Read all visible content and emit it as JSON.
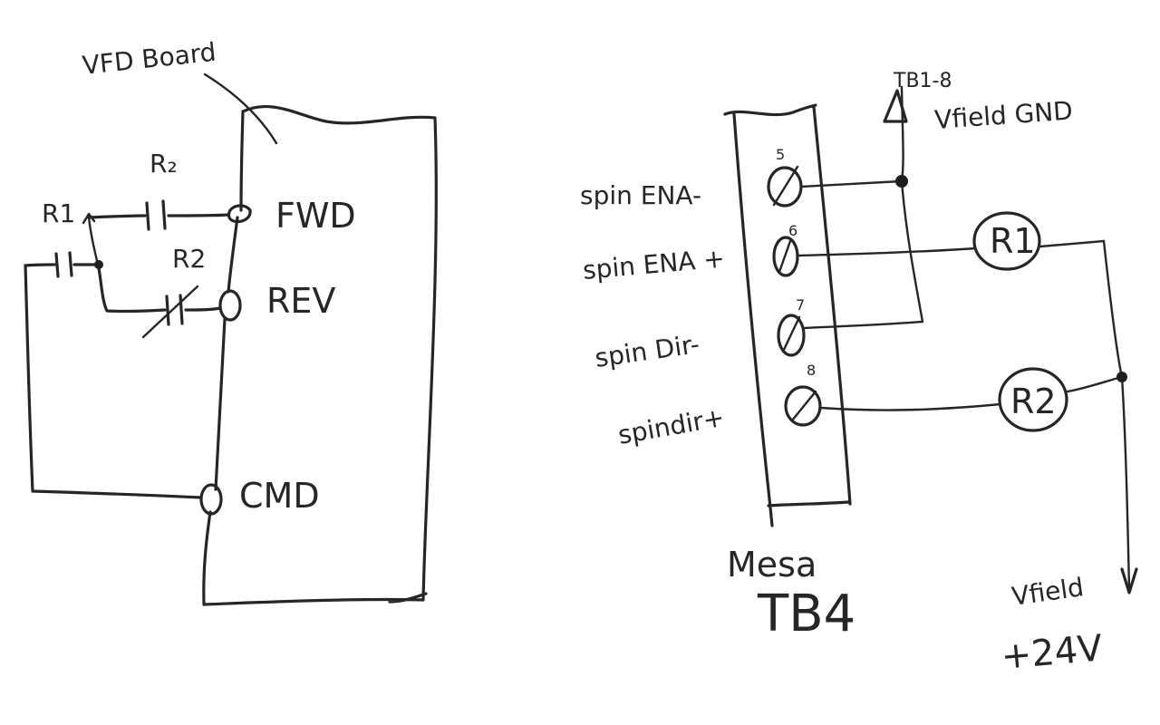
{
  "vfd": {
    "board_label": "VFD Board",
    "terminals": {
      "fwd": "FWD",
      "rev": "REV",
      "cmd": "CMD"
    },
    "contacts": {
      "r1": "R1",
      "r2_top": "R₂",
      "r2_bottom": "R2"
    }
  },
  "mesa": {
    "block_label_line1": "Mesa",
    "block_label_line2": "TB4",
    "pins": [
      {
        "number": "5",
        "label": "spin ENA-"
      },
      {
        "number": "6",
        "label": "spin ENA +"
      },
      {
        "number": "7",
        "label": "spin Dir-"
      },
      {
        "number": "8",
        "label": "spindir+"
      }
    ]
  },
  "power": {
    "ground_ref": "TB1-8",
    "ground_label": "Vfield GND",
    "supply_label_line1": "Vfield",
    "supply_label_line2": "+24V"
  },
  "relays": {
    "r1": "R1",
    "r2": "R2"
  }
}
